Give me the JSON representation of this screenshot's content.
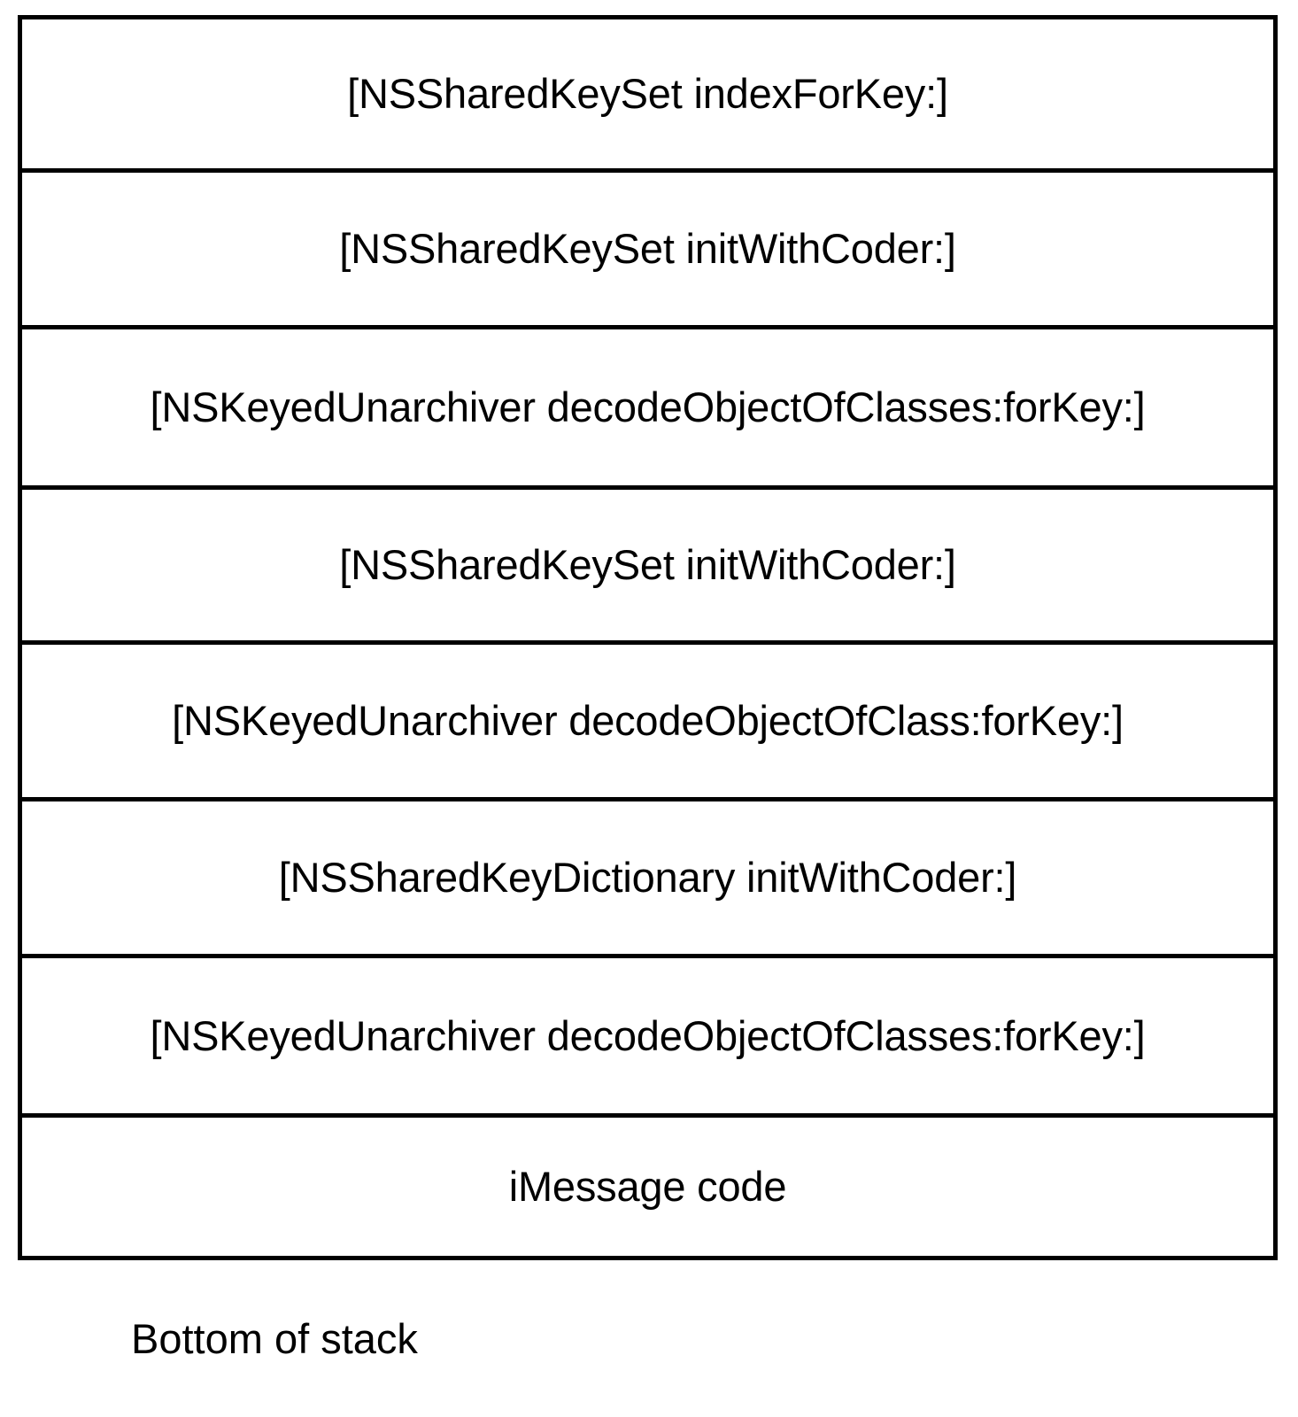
{
  "diagram": {
    "type": "call-stack",
    "title": "",
    "colors": {
      "background": "#ffffff",
      "border": "#000000",
      "text": "#000000"
    },
    "stack_frames": [
      {
        "label": "[NSSharedKeySet indexForKey:]"
      },
      {
        "label": "[NSSharedKeySet initWithCoder:]"
      },
      {
        "label": "[NSKeyedUnarchiver decodeObjectOfClasses:forKey:]"
      },
      {
        "label": "[NSSharedKeySet initWithCoder:]"
      },
      {
        "label": "[NSKeyedUnarchiver decodeObjectOfClass:forKey:]"
      },
      {
        "label": "[NSSharedKeyDictionary initWithCoder:]"
      },
      {
        "label": "[NSKeyedUnarchiver decodeObjectOfClasses:forKey:]"
      },
      {
        "label": "iMessage code"
      }
    ],
    "caption": "Bottom of stack"
  }
}
